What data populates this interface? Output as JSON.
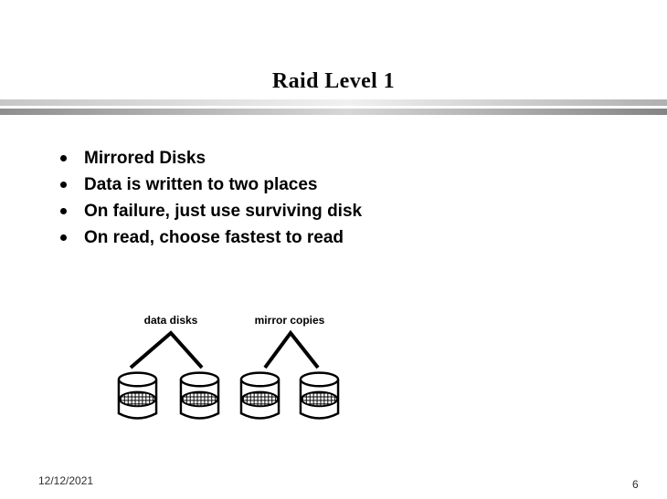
{
  "slide": {
    "title": "Raid Level 1",
    "bullets": [
      "Mirrored Disks",
      "Data is written to two places",
      "On failure, just use surviving disk",
      "On read, choose fastest to read"
    ],
    "diagram": {
      "left_label": "data disks",
      "right_label": "mirror copies",
      "disk_icon": "disk-cylinder-icon",
      "disk_count": 4,
      "pairs": [
        {
          "label": "data disks",
          "disks": 2
        },
        {
          "label": "mirror copies",
          "disks": 2
        }
      ]
    },
    "footer": {
      "date": "12/12/2021",
      "page_number": "6"
    },
    "colors": {
      "background": "#ffffff",
      "text": "#000000",
      "stripe_top_gradient": [
        "#c6c6c6",
        "#f0f0f0",
        "#b0b0b0"
      ],
      "stripe_bottom_gradient": [
        "#8e8e8e",
        "#d6d6d6",
        "#848484"
      ],
      "line_color": "#000000",
      "disk_fill": "#ffffff"
    }
  }
}
